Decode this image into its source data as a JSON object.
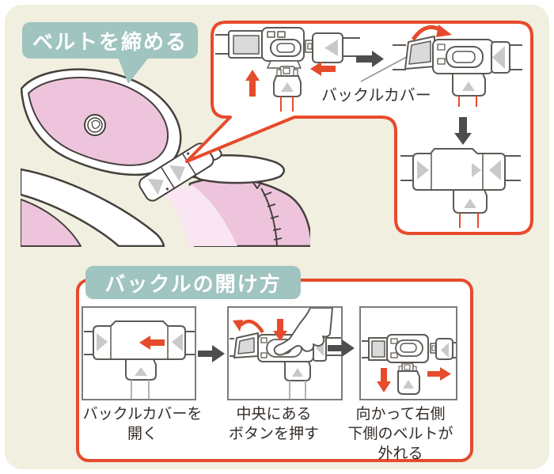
{
  "section_fasten": {
    "title": "ベルトを締める",
    "callout_label": "バックルカバー"
  },
  "section_open": {
    "title": "バックルの開け方",
    "steps": [
      {
        "lines": [
          "バックルカバーを",
          "開く"
        ]
      },
      {
        "lines": [
          "中央にある",
          "ボタンを押す"
        ]
      },
      {
        "lines": [
          "向かって右側",
          "下側のベルトが",
          "外れる"
        ]
      }
    ]
  },
  "colors": {
    "panel_bg": "#f1efe0",
    "accent_red": "#e64b2c",
    "teal": "#a0c4c0",
    "dark_arrow": "#4d4d4d",
    "pink": "#eec4dd"
  }
}
